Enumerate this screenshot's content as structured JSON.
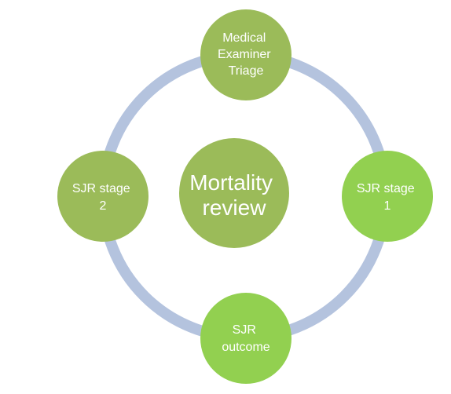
{
  "diagram": {
    "center": {
      "lines": [
        "Mortality",
        "review"
      ],
      "color": "#9bbb59"
    },
    "nodes": [
      {
        "id": "top",
        "lines": [
          "Medical",
          "Examiner",
          "Triage"
        ],
        "color": "#9bbb59"
      },
      {
        "id": "right",
        "lines": [
          "SJR stage",
          "1"
        ],
        "color": "#92d050"
      },
      {
        "id": "bottom",
        "lines": [
          "SJR",
          "outcome"
        ],
        "color": "#92d050"
      },
      {
        "id": "left",
        "lines": [
          "SJR stage",
          "2"
        ],
        "color": "#9bbb59"
      }
    ],
    "ring_color": "#b4c3de"
  }
}
